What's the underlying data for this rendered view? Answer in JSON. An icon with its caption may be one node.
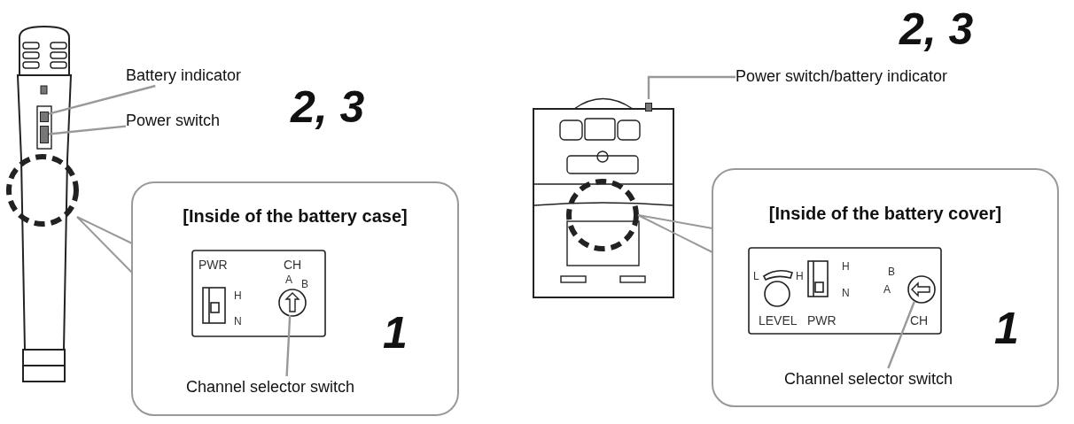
{
  "diagram": {
    "nodes": [
      {
        "text": [
          "Battery indicator"
        ]
      },
      {
        "text": [],
        "shape": "box"
      },
      {
        "text": [
          "Power switch"
        ]
      },
      {
        "text": [],
        "shape": "box"
      },
      {
        "text": [
          "[Inside of the battery case]"
        ]
      },
      {
        "text": [],
        "shape": "circle",
        "in": 4
      },
      {
        "text": [
          "Channel selector switch"
        ],
        "in": 4
      },
      {
        "text": [
          "Power switch/battery indicator"
        ]
      },
      {
        "text": [],
        "shape": "box"
      },
      {
        "text": [
          "[Inside of the battery cover]"
        ]
      },
      {
        "text": [],
        "shape": "circle",
        "in": 9
      },
      {
        "text": [
          "Channel selector switch"
        ],
        "in": 9
      }
    ],
    "edges": [
      {
        "from": 0,
        "to": 1,
        "arrow": "none"
      },
      {
        "from": 2,
        "to": 3,
        "arrow": "none"
      },
      {
        "from": 6,
        "to": 5,
        "arrow": "none"
      },
      {
        "from": 7,
        "to": 8,
        "arrow": "none"
      },
      {
        "from": 11,
        "to": 10,
        "arrow": "none"
      }
    ],
    "labels": [
      "2, 3",
      "PWR",
      "CH",
      "A",
      "B",
      "H",
      "N",
      "1",
      "2, 3",
      "L",
      "H",
      "H",
      "N",
      "LEVEL",
      "PWR",
      "B",
      "A",
      "CH",
      "1"
    ]
  }
}
